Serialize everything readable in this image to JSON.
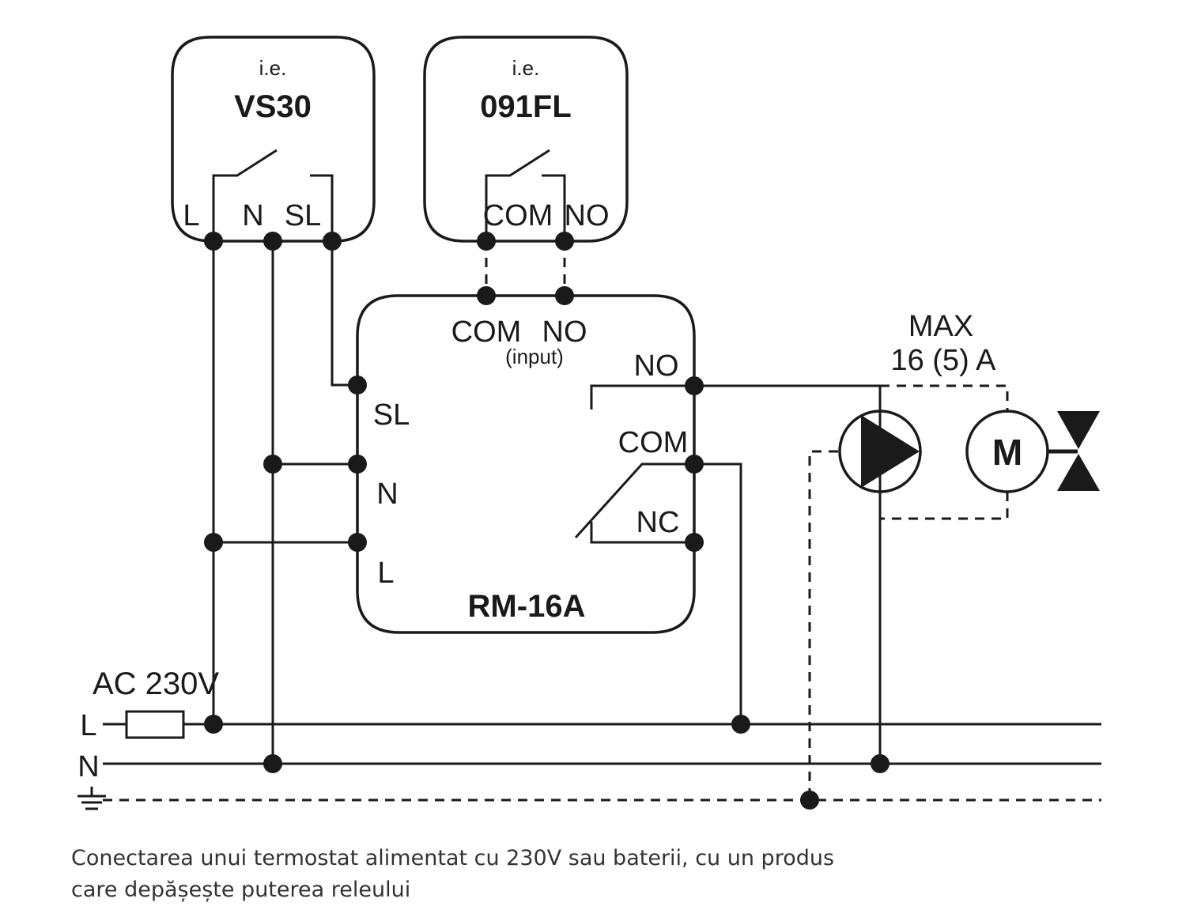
{
  "devices": {
    "vs30": {
      "prefix": "i.e.",
      "name": "VS30",
      "terminals": [
        "L",
        "N",
        "SL"
      ]
    },
    "fl091": {
      "prefix": "i.e.",
      "name": "091FL",
      "terminals": [
        "COM",
        "NO"
      ]
    },
    "rm16a": {
      "name": "RM-16A",
      "input_terminals": [
        "COM",
        "NO"
      ],
      "input_note": "(input)",
      "left_terminals": [
        "SL",
        "N",
        "L"
      ],
      "right_terminals": [
        "NO",
        "COM",
        "NC"
      ]
    }
  },
  "load": {
    "max_line1": "MAX",
    "max_line2": "16 (5) A",
    "motor_label": "M"
  },
  "supply": {
    "label": "AC 230V",
    "line_l": "L",
    "line_n": "N"
  },
  "caption": "Conectarea unui termostat alimentat cu 230V sau baterii, cu un produs care depășește puterea releului"
}
